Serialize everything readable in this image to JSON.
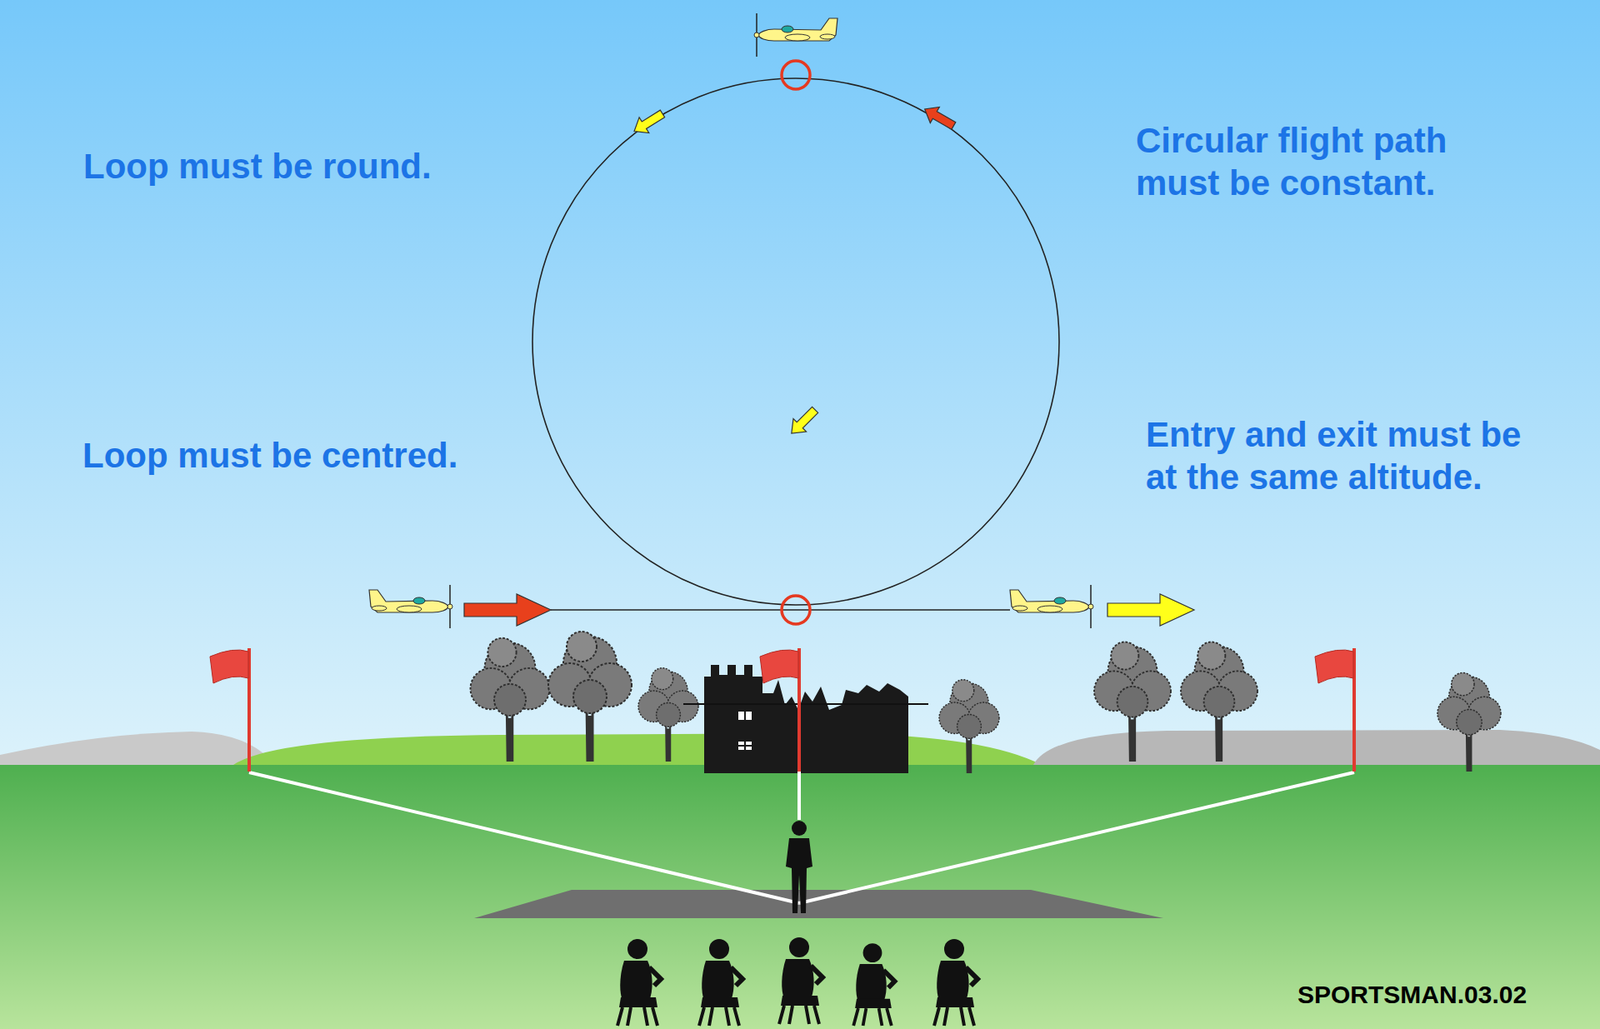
{
  "diagram": {
    "labels": [
      "Loop must be round.",
      "Circular flight path must be constant.",
      "Loop must be centred.",
      "Entry and exit must be at the same altitude.",
      "SPORTSMAN.03.02"
    ]
  }
}
